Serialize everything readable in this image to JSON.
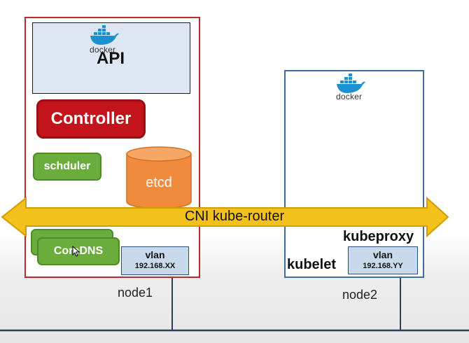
{
  "node1": {
    "label": "node1",
    "api_label": "API",
    "docker_label": "docker",
    "controller_label": "Controller",
    "scheduler_label": "schduler",
    "coredns_label": "CoreDNS",
    "etcd_label": "etcd",
    "vlan_title": "vlan",
    "vlan_ip": "192.168.XX"
  },
  "node2": {
    "label": "node2",
    "docker_label": "docker",
    "kubeproxy_label": "kubeproxy",
    "kubelet_label": "kubelet",
    "vlan_title": "vlan",
    "vlan_ip": "192.168.YY"
  },
  "network": {
    "cni_label": "CNI kube-router"
  },
  "colors": {
    "node1_border": "#c0282f",
    "node2_border": "#3a6fa2",
    "controller": "#c4141b",
    "green_components": "#6aad3d",
    "etcd": "#f08a3c",
    "cni_arrow": "#f3c11b",
    "vlan_fill": "#c9d9ec",
    "api_fill": "#dde6f2",
    "docker_blue": "#1d91d0"
  }
}
